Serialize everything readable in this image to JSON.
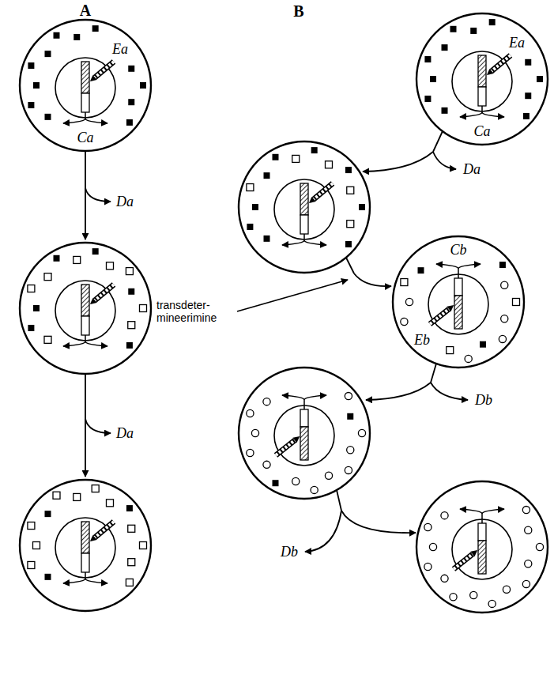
{
  "diagram": {
    "nodes": [
      {
        "text": [
          "Ea",
          "Ca"
        ]
      },
      {
        "text": [
          "Ea",
          "Ca"
        ]
      },
      {
        "text": [
          "Cb",
          "Eb"
        ]
      }
    ],
    "labels": [
      "A",
      "B",
      "Da",
      "Da",
      "Da",
      "transdeter- mineerimine",
      "Db",
      "Db"
    ]
  }
}
